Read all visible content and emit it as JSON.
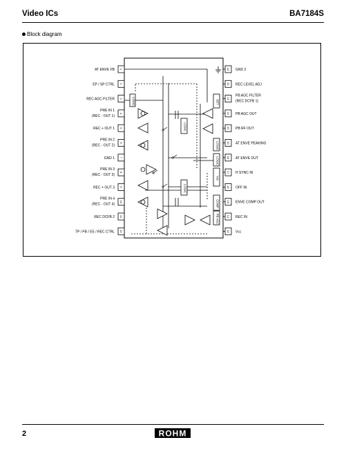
{
  "header": {
    "section": "Video ICs",
    "part_number": "BA7184S"
  },
  "section_title": "Block diagram",
  "footer": {
    "page_number": "2",
    "logo_text": "ROHM"
  },
  "pins_left": [
    {
      "num": "1",
      "label": "AT  ENVE  FB"
    },
    {
      "num": "2",
      "label": "EP / SP  CTRL"
    },
    {
      "num": "3",
      "label": "REC  AGC  FILTER"
    },
    {
      "num": "4",
      "label": "PRE  IN  1",
      "sub": "(REC - OUT  1)"
    },
    {
      "num": "5",
      "label": "REC + OUT  1"
    },
    {
      "num": "6",
      "label": "PRE  IN  2",
      "sub": "(REC - OUT  2)"
    },
    {
      "num": "7",
      "label": "GND  1"
    },
    {
      "num": "8",
      "label": "PRE  IN  3",
      "sub": "(REC - OUT  3)"
    },
    {
      "num": "9",
      "label": "REC + OUT  3"
    },
    {
      "num": "10",
      "label": "PRE  IN  4",
      "sub": "(REC - OUT  4)"
    },
    {
      "num": "11",
      "label": "REC  DCFB  2"
    },
    {
      "num": "12",
      "label": "TP / PB / EE / REC  CTRL"
    }
  ],
  "pins_right": [
    {
      "num": "24",
      "label": "GND  2"
    },
    {
      "num": "23",
      "label": "REC  LEVEL  ADJ"
    },
    {
      "num": "22",
      "label": "PB  AGC  FILTER",
      "sub": "(REC  DCFB  1)"
    },
    {
      "num": "21",
      "label": "PB  AGC  OUT"
    },
    {
      "num": "20",
      "label": "PB  RF  OUT"
    },
    {
      "num": "19",
      "label": "AT  ENVE  PEAKING"
    },
    {
      "num": "18",
      "label": "AT  ENVE  OUT"
    },
    {
      "num": "17",
      "label": "H  SYNC  IN"
    },
    {
      "num": "16",
      "label": "OFF  IN"
    },
    {
      "num": "15",
      "label": "ENVE  COMP  OUT"
    },
    {
      "num": "14",
      "label": "REC  IN"
    },
    {
      "num": "13",
      "label": "Vcc"
    }
  ],
  "blocks": {
    "logic_1": "LOGIC",
    "logic_2": "LOGIC",
    "logic_3": "LOGIC",
    "logic_4": "LOGIC",
    "logic_5": "LOGIC",
    "comp": "COMP",
    "det": "DET",
    "vcc_label": "Vcc",
    "pb_agc": "PB AGC",
    "rec": "REC",
    "agc_mark": "AGC"
  }
}
